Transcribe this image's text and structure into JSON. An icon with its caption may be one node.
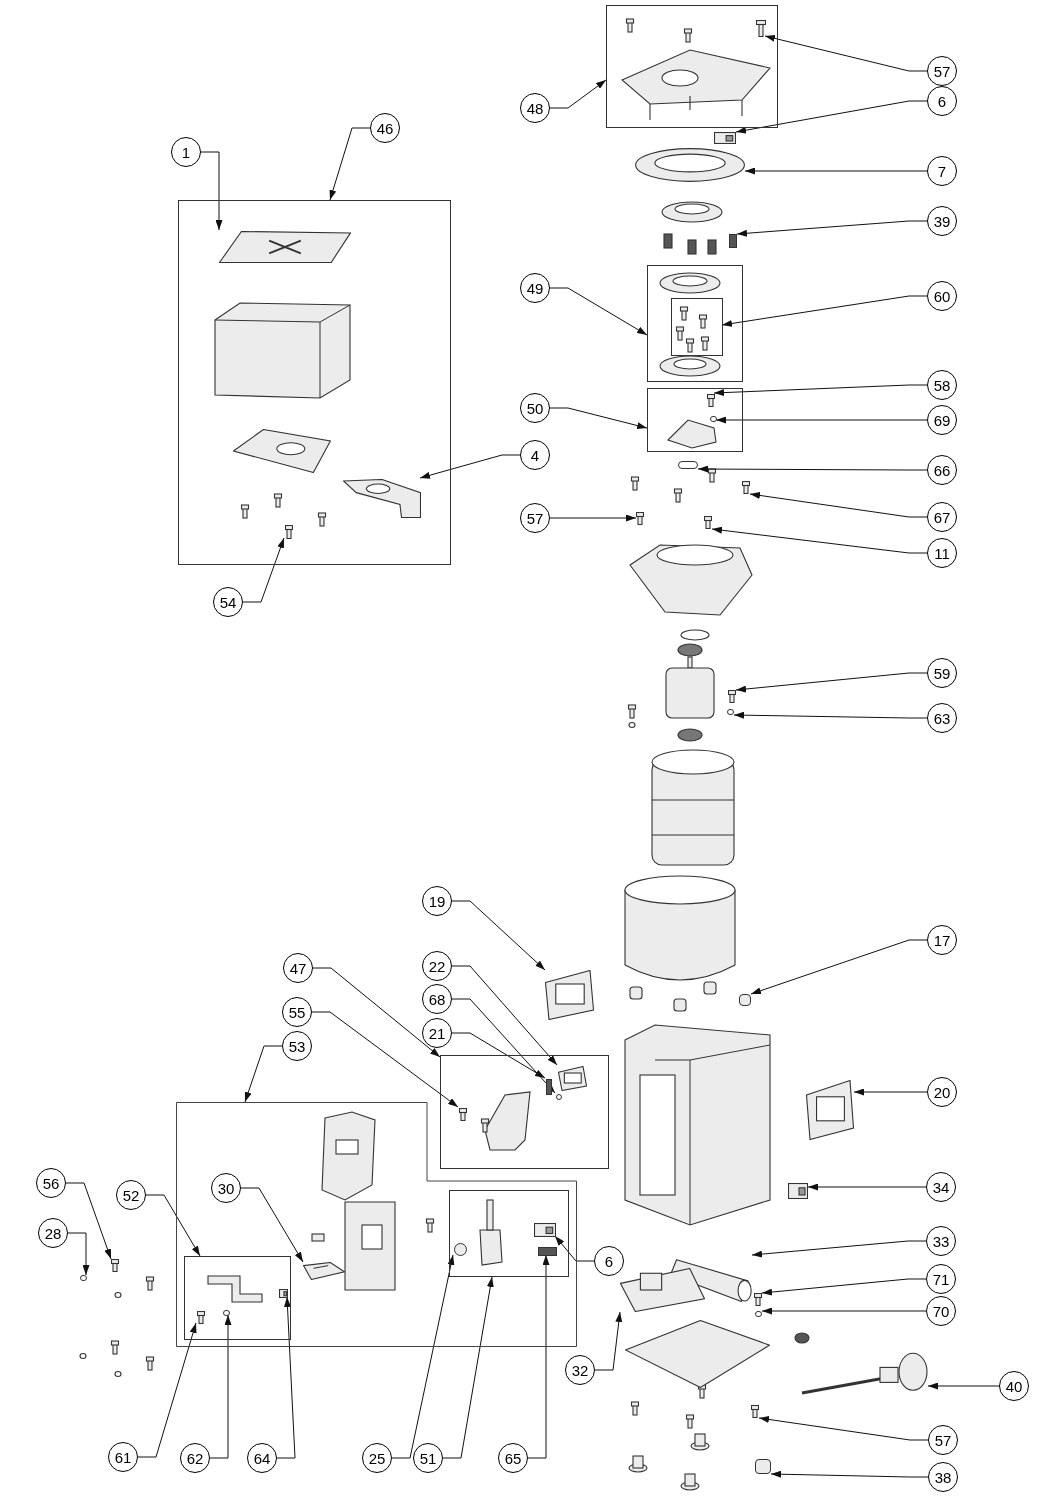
{
  "diagram": {
    "nodes": [
      {
        "text": [],
        "shape": "box"
      },
      {
        "text": [
          "57"
        ]
      },
      {
        "text": [
          "48"
        ]
      },
      {
        "text": [
          "6"
        ]
      },
      {
        "text": [
          "1"
        ]
      },
      {
        "text": [
          "46"
        ]
      },
      {
        "text": [
          "7"
        ]
      },
      {
        "text": [],
        "shape": "box"
      },
      {
        "text": [
          "39"
        ]
      },
      {
        "text": [],
        "shape": "box"
      },
      {
        "text": [],
        "shape": "box",
        "in": 9
      },
      {
        "text": [
          "49"
        ]
      },
      {
        "text": [
          "60"
        ]
      },
      {
        "text": [],
        "shape": "box"
      },
      {
        "text": [
          "50"
        ]
      },
      {
        "text": [
          "58"
        ]
      },
      {
        "text": [
          "69"
        ]
      },
      {
        "text": [
          "4"
        ]
      },
      {
        "text": [
          "66"
        ]
      },
      {
        "text": [
          "67"
        ]
      },
      {
        "text": [
          "57"
        ]
      },
      {
        "text": [
          "11"
        ]
      },
      {
        "text": [
          "54"
        ]
      },
      {
        "text": [
          "59"
        ]
      },
      {
        "text": [
          "63"
        ]
      },
      {
        "text": [
          "19"
        ]
      },
      {
        "text": [
          "17"
        ]
      },
      {
        "text": [
          "47"
        ]
      },
      {
        "text": [
          "22"
        ]
      },
      {
        "text": [
          "68"
        ]
      },
      {
        "text": [
          "55"
        ]
      },
      {
        "text": [
          "53"
        ]
      },
      {
        "text": [
          "21"
        ]
      },
      {
        "text": [],
        "shape": "box"
      },
      {
        "text": [
          "20"
        ]
      },
      {
        "text": [],
        "shape": "box"
      },
      {
        "text": [],
        "shape": "box",
        "in": 35
      },
      {
        "text": [],
        "shape": "box",
        "in": 35
      },
      {
        "text": [
          "56"
        ]
      },
      {
        "text": [
          "52"
        ]
      },
      {
        "text": [
          "30"
        ],
        "in": 35
      },
      {
        "text": [
          "34"
        ]
      },
      {
        "text": [
          "28"
        ]
      },
      {
        "text": [
          "6"
        ]
      },
      {
        "text": [
          "33"
        ]
      },
      {
        "text": [
          "71"
        ]
      },
      {
        "text": [
          "70"
        ]
      },
      {
        "text": [
          "32"
        ]
      },
      {
        "text": [
          "40"
        ]
      },
      {
        "text": [
          "61"
        ]
      },
      {
        "text": [
          "62"
        ]
      },
      {
        "text": [
          "64"
        ]
      },
      {
        "text": [
          "25"
        ]
      },
      {
        "text": [
          "51"
        ]
      },
      {
        "text": [
          "65"
        ]
      },
      {
        "text": [
          "57"
        ]
      },
      {
        "text": [
          "38"
        ]
      },
      {
        "text": [],
        "shape": "picture",
        "in": 0
      },
      {
        "text": [],
        "shape": "picture"
      },
      {
        "text": [],
        "shape": "picture",
        "in": 7
      },
      {
        "text": [],
        "shape": "picture"
      },
      {
        "text": [],
        "shape": "box"
      },
      {
        "text": [],
        "shape": "picture",
        "in": 13
      },
      {
        "text": [],
        "shape": "circle",
        "in": 13
      },
      {
        "text": [],
        "shape": "picture",
        "in": 7
      },
      {
        "text": [],
        "shape": "circle"
      },
      {
        "text": [],
        "shape": "picture"
      },
      {
        "text": [],
        "shape": "picture"
      },
      {
        "text": [],
        "shape": "picture"
      },
      {
        "text": [],
        "shape": "picture",
        "in": 7
      },
      {
        "text": [],
        "shape": "picture"
      },
      {
        "text": [],
        "shape": "circle"
      },
      {
        "text": [],
        "shape": "picture"
      },
      {
        "text": [],
        "shape": "box"
      },
      {
        "text": [],
        "shape": "picture",
        "in": 33
      },
      {
        "text": [],
        "shape": "circle",
        "in": 33
      },
      {
        "text": [],
        "shape": "picture",
        "in": 33
      },
      {
        "text": [],
        "shape": "box",
        "in": 33
      },
      {
        "text": [],
        "shape": "picture"
      },
      {
        "text": [],
        "shape": "picture"
      },
      {
        "text": [],
        "shape": "picture",
        "in": 35
      },
      {
        "text": [],
        "shape": "picture"
      },
      {
        "text": [],
        "shape": "circle"
      },
      {
        "text": [],
        "shape": "picture",
        "in": 37
      },
      {
        "text": [],
        "shape": "picture"
      },
      {
        "text": [],
        "shape": "picture"
      },
      {
        "text": [],
        "shape": "circle"
      },
      {
        "text": [],
        "shape": "picture"
      },
      {
        "text": [],
        "shape": "picture"
      },
      {
        "text": [],
        "shape": "picture",
        "in": 36
      },
      {
        "text": [],
        "shape": "circle",
        "in": 36
      },
      {
        "text": [],
        "shape": "picture",
        "in": 36
      },
      {
        "text": [],
        "shape": "circle",
        "in": 37
      },
      {
        "text": [],
        "shape": "box",
        "in": 37
      },
      {
        "text": [],
        "shape": "picture"
      },
      {
        "text": [],
        "shape": "box"
      },
      {
        "text": [],
        "shape": "picture",
        "in": 7
      },
      {
        "text": [],
        "shape": "picture"
      }
    ],
    "edges": [
      {
        "from": 1,
        "to": 57,
        "arrow": "to"
      },
      {
        "from": 2,
        "to": 0,
        "arrow": "to"
      },
      {
        "from": 3,
        "to": 58,
        "arrow": "to"
      },
      {
        "from": 4,
        "to": 59,
        "arrow": "to"
      },
      {
        "from": 5,
        "to": 7,
        "arrow": "to"
      },
      {
        "from": 6,
        "to": 60,
        "arrow": "to"
      },
      {
        "from": 8,
        "to": 61,
        "arrow": "to"
      },
      {
        "from": 11,
        "to": 9,
        "arrow": "to"
      },
      {
        "from": 12,
        "to": 10,
        "arrow": "to"
      },
      {
        "from": 14,
        "to": 13,
        "arrow": "to"
      },
      {
        "from": 15,
        "to": 62,
        "arrow": "to"
      },
      {
        "from": 16,
        "to": 63,
        "arrow": "to"
      },
      {
        "from": 17,
        "to": 64,
        "arrow": "to"
      },
      {
        "from": 18,
        "to": 65,
        "arrow": "to"
      },
      {
        "from": 19,
        "to": 66,
        "arrow": "to"
      },
      {
        "from": 20,
        "to": 67,
        "arrow": "to"
      },
      {
        "from": 21,
        "to": 68,
        "arrow": "to"
      },
      {
        "from": 22,
        "to": 69,
        "arrow": "to"
      },
      {
        "from": 23,
        "to": 70,
        "arrow": "to"
      },
      {
        "from": 24,
        "to": 71,
        "arrow": "to"
      },
      {
        "from": 25,
        "to": 72,
        "arrow": "to"
      },
      {
        "from": 26,
        "to": 73,
        "arrow": "to"
      },
      {
        "from": 27,
        "to": 33,
        "arrow": "to"
      },
      {
        "from": 28,
        "to": 74,
        "arrow": "to"
      },
      {
        "from": 29,
        "to": 75,
        "arrow": "to"
      },
      {
        "from": 30,
        "to": 76,
        "arrow": "to"
      },
      {
        "from": 31,
        "to": 35,
        "arrow": "to"
      },
      {
        "from": 32,
        "to": 77,
        "arrow": "to"
      },
      {
        "from": 34,
        "to": 78,
        "arrow": "to"
      },
      {
        "from": 38,
        "to": 79,
        "arrow": "to"
      },
      {
        "from": 39,
        "to": 36,
        "arrow": "to"
      },
      {
        "from": 40,
        "to": 80,
        "arrow": "to"
      },
      {
        "from": 41,
        "to": 81,
        "arrow": "to"
      },
      {
        "from": 42,
        "to": 82,
        "arrow": "to"
      },
      {
        "from": 43,
        "to": 83,
        "arrow": "to"
      },
      {
        "from": 44,
        "to": 84,
        "arrow": "to"
      },
      {
        "from": 45,
        "to": 85,
        "arrow": "to"
      },
      {
        "from": 46,
        "to": 86,
        "arrow": "to"
      },
      {
        "from": 47,
        "to": 87,
        "arrow": "to"
      },
      {
        "from": 48,
        "to": 88,
        "arrow": "to"
      },
      {
        "from": 49,
        "to": 89,
        "arrow": "to"
      },
      {
        "from": 50,
        "to": 90,
        "arrow": "to"
      },
      {
        "from": 51,
        "to": 91,
        "arrow": "to"
      },
      {
        "from": 52,
        "to": 92,
        "arrow": "to"
      },
      {
        "from": 53,
        "to": 37,
        "arrow": "to"
      },
      {
        "from": 54,
        "to": 93,
        "arrow": "to"
      },
      {
        "from": 55,
        "to": 94,
        "arrow": "to"
      },
      {
        "from": 56,
        "to": 95,
        "arrow": "to"
      }
    ]
  }
}
